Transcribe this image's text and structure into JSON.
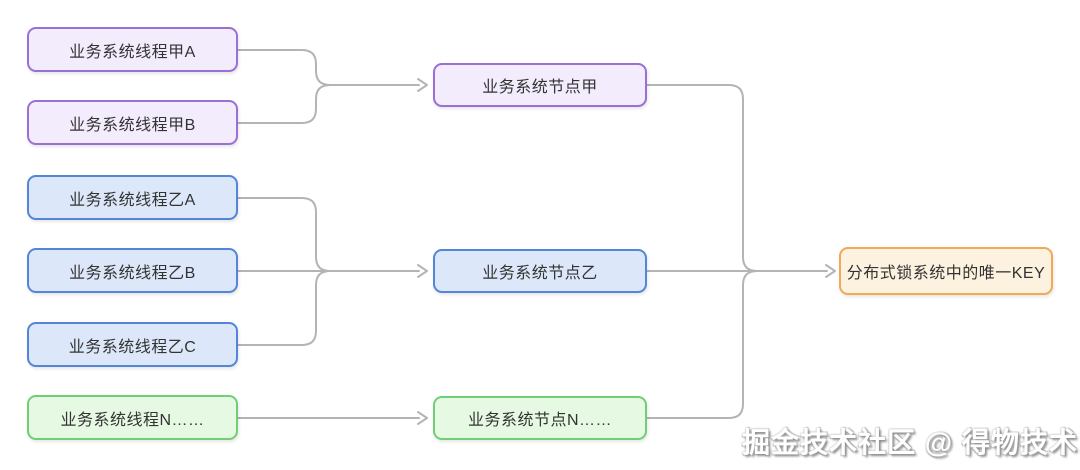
{
  "diagram": {
    "left_nodes": [
      {
        "id": "thread-jia-a",
        "label": "业务系统线程甲A",
        "color": "purple"
      },
      {
        "id": "thread-jia-b",
        "label": "业务系统线程甲B",
        "color": "purple"
      },
      {
        "id": "thread-yi-a",
        "label": "业务系统线程乙A",
        "color": "blue"
      },
      {
        "id": "thread-yi-b",
        "label": "业务系统线程乙B",
        "color": "blue"
      },
      {
        "id": "thread-yi-c",
        "label": "业务系统线程乙C",
        "color": "blue"
      },
      {
        "id": "thread-n",
        "label": "业务系统线程N……",
        "color": "green"
      }
    ],
    "middle_nodes": [
      {
        "id": "node-jia",
        "label": "业务系统节点甲",
        "color": "purple"
      },
      {
        "id": "node-yi",
        "label": "业务系统节点乙",
        "color": "blue"
      },
      {
        "id": "node-n",
        "label": "业务系统节点N……",
        "color": "green"
      }
    ],
    "right_node": {
      "id": "lock-key",
      "label": "分布式锁系统中的唯一KEY",
      "color": "orange"
    },
    "edges": [
      {
        "from": "thread-jia-a",
        "to": "node-jia"
      },
      {
        "from": "thread-jia-b",
        "to": "node-jia"
      },
      {
        "from": "thread-yi-a",
        "to": "node-yi"
      },
      {
        "from": "thread-yi-b",
        "to": "node-yi"
      },
      {
        "from": "thread-yi-c",
        "to": "node-yi"
      },
      {
        "from": "thread-n",
        "to": "node-n"
      },
      {
        "from": "node-jia",
        "to": "lock-key"
      },
      {
        "from": "node-yi",
        "to": "lock-key"
      },
      {
        "from": "node-n",
        "to": "lock-key"
      }
    ],
    "colors": {
      "purple_border": "#9B6FD8",
      "purple_fill": "#F2ECFC",
      "blue_border": "#5385D9",
      "blue_fill": "#DCE8F9",
      "green_border": "#71CE77",
      "green_fill": "#E6F9E3",
      "orange_border": "#F0AA57",
      "orange_fill": "#FDF2E0",
      "connector_line": "#B4B4B4",
      "text": "#333333"
    },
    "watermark": "掘金技术社区 @ 得物技术"
  }
}
